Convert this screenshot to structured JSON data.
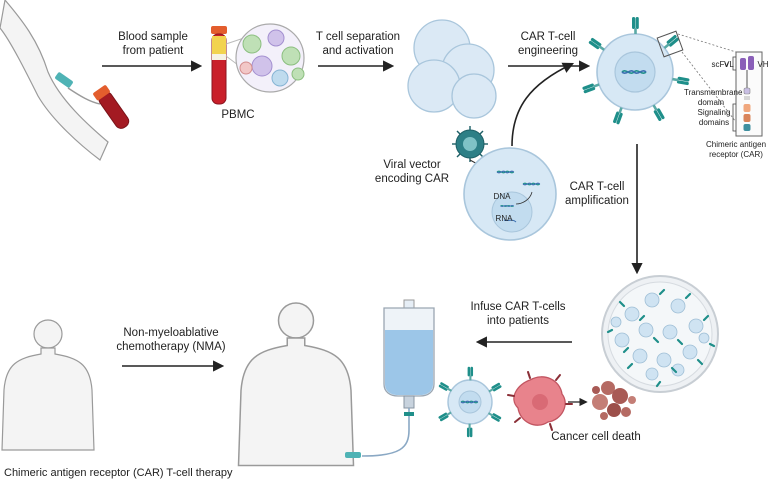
{
  "caption": "Chimeric antigen receptor (CAR) T-cell therapy",
  "steps": {
    "blood_sample": [
      "Blood sample",
      "from patient"
    ],
    "pbmc": "PBMC",
    "separation": [
      "T cell separation",
      "and activation"
    ],
    "engineering": [
      "CAR T-cell",
      "engineering"
    ],
    "viral_vector": [
      "Viral vector",
      "encoding CAR"
    ],
    "amplification": [
      "CAR T-cell",
      "amplification"
    ],
    "infuse": [
      "Infuse CAR T-cells",
      "into patients"
    ],
    "chemo": [
      "Non-myeloablative",
      "chemotherapy (NMA)"
    ],
    "cancer_death": "Cancer cell death"
  },
  "vector_labels": {
    "dna": "DNA",
    "rna": "RNA"
  },
  "car_structure": {
    "scfv": "scFv",
    "vl": "VL",
    "vh": "VH",
    "transmembrane": [
      "Transmembrane",
      "domain"
    ],
    "signaling": [
      "Signaling",
      "domains"
    ],
    "title": [
      "Chimeric antigen",
      "receptor (CAR)"
    ]
  },
  "colors": {
    "tcell_fill": "#cfe3f2",
    "tcell_stroke": "#9fbfd6",
    "receptor": "#1f8f8a",
    "blood": "#a31a22",
    "tumor": "#e8838c",
    "dead_cell": "#a85a55",
    "iv_fluid": "#9cc6e8",
    "arrow": "#222222"
  }
}
